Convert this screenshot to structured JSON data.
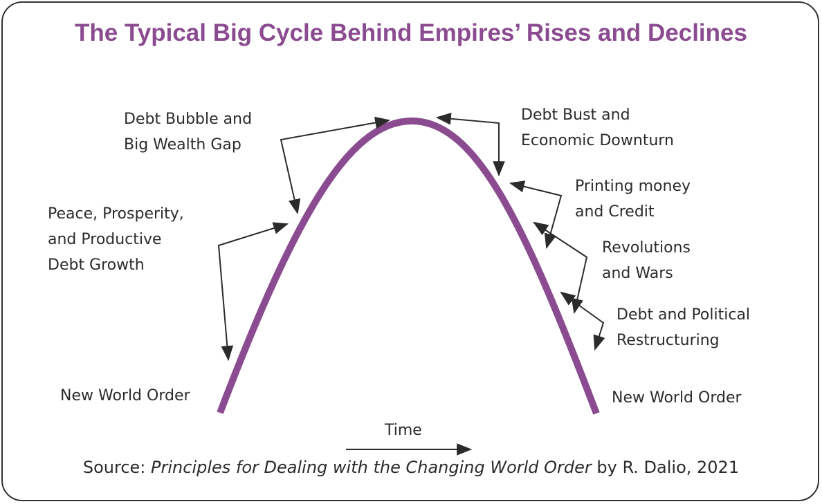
{
  "title": "The Typical Big Cycle Behind Empires’ Rises and Declines",
  "colors": {
    "curve": "#8b4b90",
    "title": "#8b4b90",
    "arrow": "#2b2b2b"
  },
  "labels": {
    "peace": [
      "Peace, Prosperity,",
      "and Productive",
      "Debt Growth"
    ],
    "bubble": [
      "Debt Bubble and",
      "Big Wealth Gap"
    ],
    "bust": [
      "Debt Bust and",
      "Economic Downturn"
    ],
    "printing": [
      "Printing money",
      "and Credit"
    ],
    "revolutions": [
      "Revolutions",
      "and Wars"
    ],
    "restructuring": [
      "Debt and Political",
      "Restructuring"
    ],
    "new_order_left": "New World Order",
    "new_order_right": "New World Order",
    "time": "Time"
  },
  "source": {
    "prefix": "Source: ",
    "book": "Principles for Dealing with the Changing World Order",
    "suffix": " by R. Dalio, 2021"
  }
}
